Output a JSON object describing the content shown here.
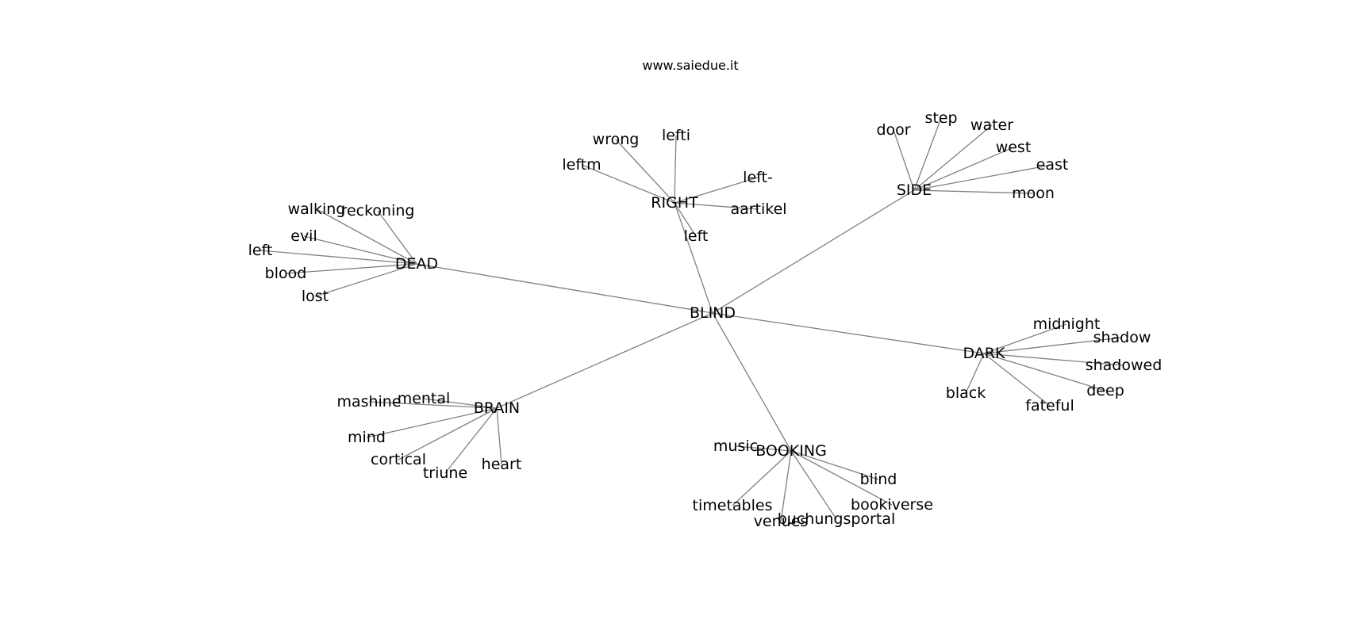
{
  "header": {
    "site": "www.saiedue.it"
  },
  "graph": {
    "root": "BLIND",
    "groups": [
      {
        "hub": "RIGHT",
        "leaves": [
          "wrong",
          "lefti",
          "leftm",
          "left-",
          "aartikel",
          "left"
        ]
      },
      {
        "hub": "SIDE",
        "leaves": [
          "door",
          "step",
          "water",
          "west",
          "east",
          "moon"
        ]
      },
      {
        "hub": "DEAD",
        "leaves": [
          "walking",
          "reckoning",
          "evil",
          "left",
          "blood",
          "lost"
        ]
      },
      {
        "hub": "DARK",
        "leaves": [
          "midnight",
          "shadow",
          "shadowed",
          "deep",
          "fateful",
          "black"
        ]
      },
      {
        "hub": "BRAIN",
        "leaves": [
          "mashine",
          "mental",
          "mind",
          "cortical",
          "triune",
          "heart"
        ]
      },
      {
        "hub": "BOOKING",
        "leaves": [
          "music",
          "blind",
          "bookiverse",
          "buchungsportal",
          "venues",
          "timetables"
        ]
      }
    ]
  },
  "colors": {
    "edge": "#808080",
    "text": "#000000",
    "background": "#ffffff"
  }
}
